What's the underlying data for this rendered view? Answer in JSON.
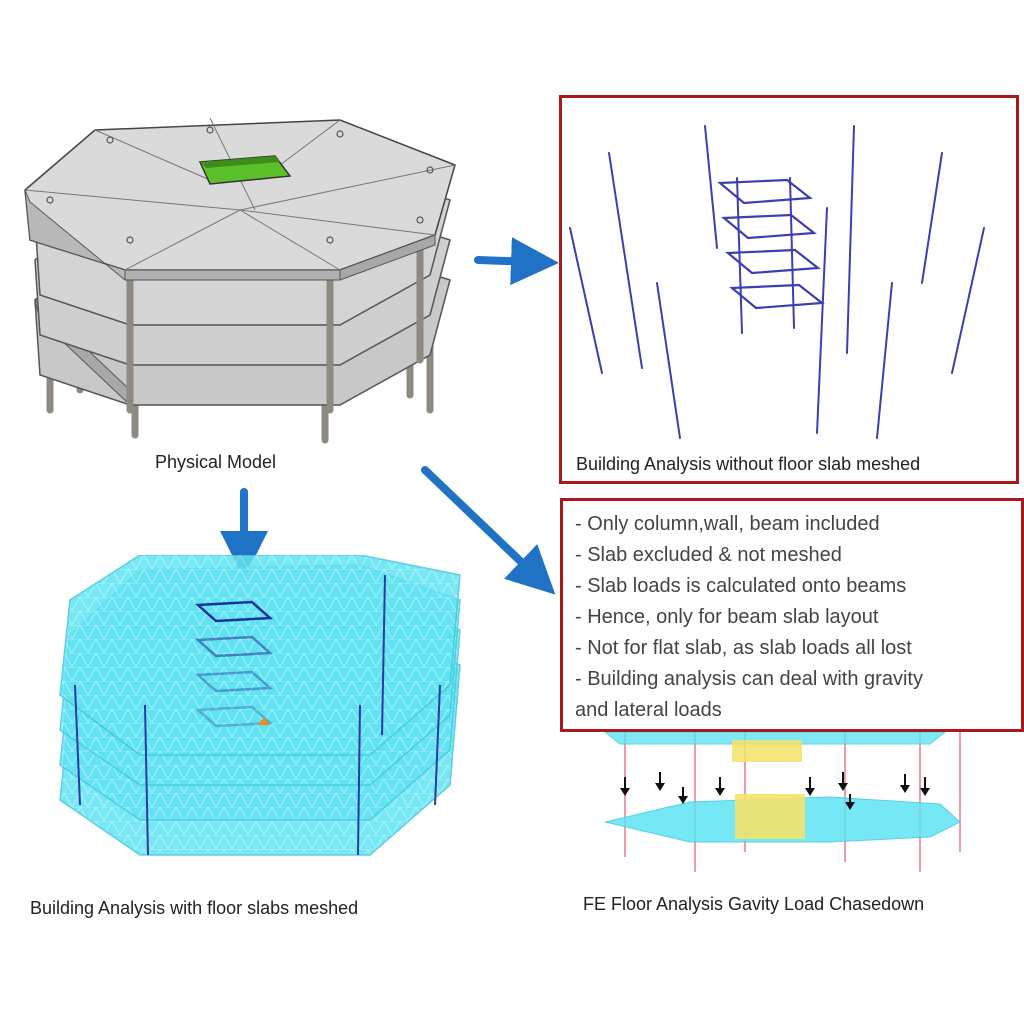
{
  "captions": {
    "physical_model": "Physical Model",
    "without_mesh": "Building Analysis without floor slab meshed",
    "with_mesh": "Building Analysis with floor slabs meshed",
    "fe_floor": "FE Floor Analysis Gavity Load Chasedown"
  },
  "notes": [
    "- Only column,wall, beam included",
    "- Slab excluded & not meshed",
    "- Slab loads is calculated onto beams",
    "- Hence, only for beam slab layout",
    "- Not for flat slab, as slab loads all lost",
    "- Building analysis can deal with gravity",
    "and lateral loads"
  ],
  "colors": {
    "frame_border": "#a8191d",
    "arrow": "#1f72c4",
    "slab_grey": "#d4d4d4",
    "mesh_cyan": "#5fe3f3",
    "column_line": "#3b3fb0",
    "opening_green": "#5cc02a",
    "load_pink": "#e87a8a",
    "load_yellow": "#f3e36a"
  }
}
